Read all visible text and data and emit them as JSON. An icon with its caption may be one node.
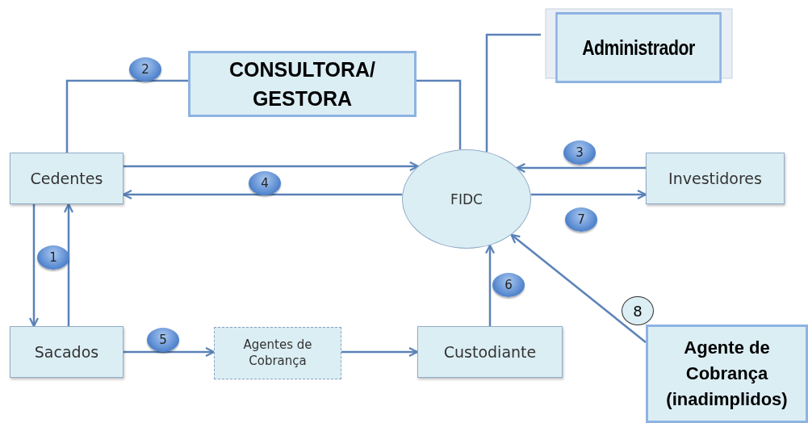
{
  "diagram": {
    "nodes": [
      {
        "text": [
          "Cedentes"
        ]
      },
      {
        "text": [
          "CONSULTORA/ GESTORA"
        ]
      },
      {
        "text": [
          "Administrador"
        ]
      },
      {
        "text": [
          "FIDC"
        ]
      },
      {
        "text": [
          "Investidores"
        ]
      },
      {
        "text": [
          "Sacados"
        ]
      },
      {
        "text": [
          "Agentes de Cobrança"
        ]
      },
      {
        "text": [
          "Custodiante"
        ]
      },
      {
        "text": [
          "Agente de Cobrança (inadimplidos)"
        ]
      }
    ],
    "edges": [
      {
        "from": 0,
        "to": 3,
        "arrow": "to"
      },
      {
        "from": 3,
        "to": 0,
        "arrow": "to"
      },
      {
        "from": 0,
        "to": 1,
        "arrow": "none"
      },
      {
        "from": 1,
        "to": 3,
        "arrow": "none"
      },
      {
        "from": 3,
        "to": 2,
        "arrow": "none"
      },
      {
        "from": 4,
        "to": 3,
        "arrow": "to"
      },
      {
        "from": 3,
        "to": 4,
        "arrow": "to"
      },
      {
        "from": 0,
        "to": 5,
        "arrow": "to"
      },
      {
        "from": 5,
        "to": 0,
        "arrow": "to"
      },
      {
        "from": 5,
        "to": 6,
        "arrow": "to"
      },
      {
        "from": 6,
        "to": 7,
        "arrow": "to"
      },
      {
        "from": 7,
        "to": 3,
        "arrow": "to"
      },
      {
        "from": 8,
        "to": 3,
        "arrow": "to"
      }
    ],
    "labels": [
      "2",
      "3",
      "4",
      "7",
      "1",
      "6",
      "8",
      "5"
    ]
  }
}
